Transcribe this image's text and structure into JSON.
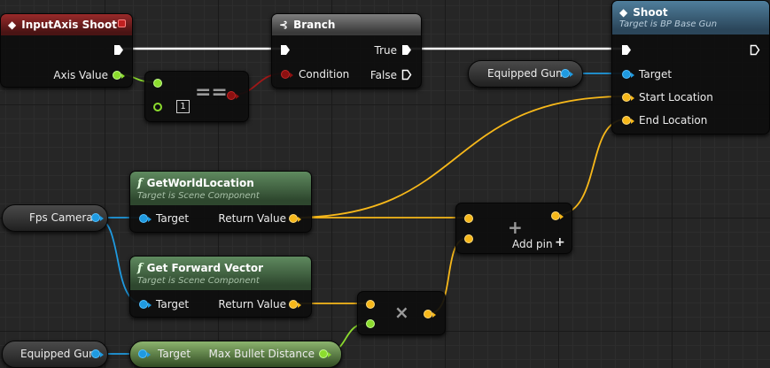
{
  "nodes": {
    "input_axis": {
      "title": "InputAxis Shoot",
      "pin_axis_value": "Axis Value"
    },
    "equals": {
      "symbol": "==",
      "literal_value": "1"
    },
    "branch": {
      "title": "Branch",
      "pin_condition": "Condition",
      "pin_true": "True",
      "pin_false": "False"
    },
    "shoot": {
      "title": "Shoot",
      "subtitle": "Target is BP Base Gun",
      "pin_target": "Target",
      "pin_start_location": "Start Location",
      "pin_end_location": "End Location"
    },
    "equipped_gun_top": {
      "label": "Equipped Gun"
    },
    "get_world_location": {
      "title": "GetWorldLocation",
      "subtitle": "Target is Scene Component",
      "pin_target": "Target",
      "pin_return": "Return Value"
    },
    "fps_camera": {
      "label": "Fps Camera"
    },
    "get_forward_vector": {
      "title": "Get Forward Vector",
      "subtitle": "Target is Scene Component",
      "pin_target": "Target",
      "pin_return": "Return Value"
    },
    "add": {
      "symbol": "+",
      "add_pin_label": "Add pin",
      "add_pin_icon": "+"
    },
    "multiply": {
      "symbol": "×"
    },
    "equipped_gun_bottom": {
      "label": "Equipped Gun"
    },
    "max_bullet_distance": {
      "pin_target": "Target",
      "pin_value": "Max Bullet Distance"
    }
  },
  "colors": {
    "exec": "#ffffff",
    "object": "#1f9ae0",
    "vector": "#f7b81a",
    "float": "#8cdc2e",
    "bool": "#8c1010",
    "event_header": "#9a2a2a",
    "function_header": "#4f7e9c",
    "pure_header": "#5f8a5f",
    "branch_header": "#7e7e7e"
  },
  "icons": {
    "event": "event-diamond-icon",
    "branch": "branch-icon",
    "function": "function-f-icon",
    "stop": "stop-square-icon",
    "add_pin": "plus-icon"
  }
}
